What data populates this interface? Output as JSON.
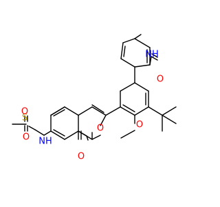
{
  "colors": {
    "bond": "#000000",
    "oxygen": "#ff0000",
    "nitrogen": "#0000ff",
    "sulfur": "#b8a000",
    "background": "#ffffff"
  },
  "labels": {
    "pyridone_nh": "NH",
    "pyridone_o": "O",
    "sulfonyl_s": "S",
    "sulfonyl_o1": "O",
    "sulfonyl_o2": "O",
    "sulfonamide_nh": "NH",
    "methoxy_o": "O",
    "lactone_ring_o": "O",
    "lactone_carbonyl_o": "O"
  }
}
